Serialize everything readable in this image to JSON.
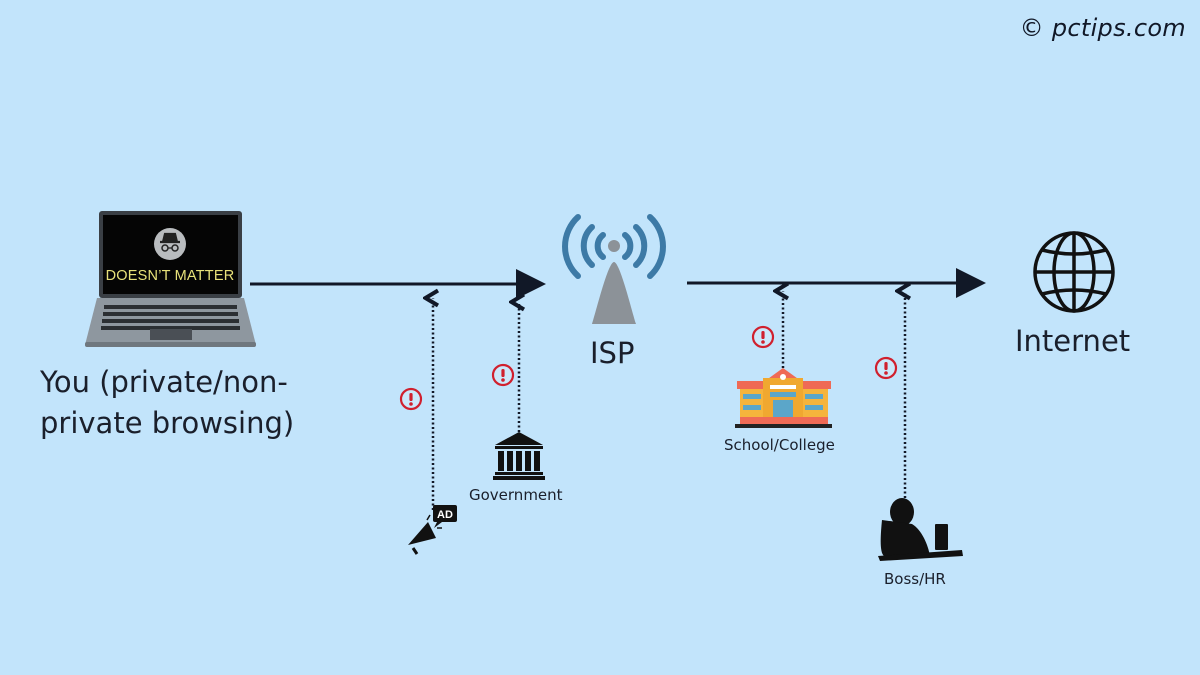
{
  "watermark": "© pctips.com",
  "nodes": {
    "you": {
      "label_line1": "You (private/non-",
      "label_line2": "private browsing)",
      "screen_text": "DOESN’T MATTER",
      "icon": "laptop-incognito-icon"
    },
    "isp": {
      "label": "ISP",
      "icon": "antenna-icon"
    },
    "internet": {
      "label": "Internet",
      "icon": "globe-icon"
    }
  },
  "observers": [
    {
      "id": "advertisers",
      "label": "",
      "badge": "AD",
      "icon": "megaphone-ad-icon",
      "segment": "you-to-isp"
    },
    {
      "id": "government",
      "label": "Government",
      "icon": "government-building-icon",
      "segment": "you-to-isp"
    },
    {
      "id": "school",
      "label": "School/College",
      "icon": "school-building-icon",
      "segment": "isp-to-internet"
    },
    {
      "id": "boss",
      "label": "Boss/HR",
      "icon": "boss-silhouette-icon",
      "segment": "isp-to-internet"
    }
  ],
  "colors": {
    "background": "#c2e4fb",
    "arrow": "#111827",
    "warning": "#d0202e",
    "antenna_waves": "#3d7aa6",
    "antenna_tower": "#8c9298"
  }
}
